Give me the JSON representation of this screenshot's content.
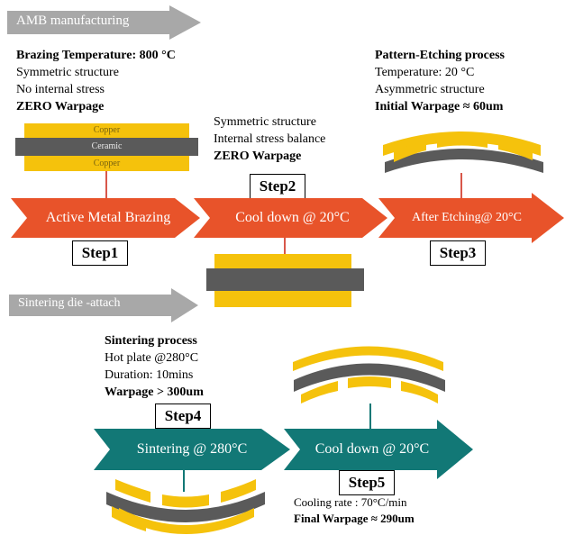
{
  "banners": {
    "amb": "AMB manufacturing",
    "sinter": "Sintering die -attach"
  },
  "step1": {
    "lines": [
      "Brazing Temperature: 800 °C",
      "Symmetric structure",
      "No internal stress",
      "ZERO Warpage"
    ],
    "layers": [
      "Copper",
      "Ceramic",
      "Copper"
    ],
    "arrow": "Active Metal Brazing",
    "label": "Step1"
  },
  "step2": {
    "lines": [
      "Symmetric structure",
      "Internal stress balance",
      "ZERO Warpage"
    ],
    "arrow": "Cool down @ 20°C",
    "label": "Step2"
  },
  "step3": {
    "lines": [
      "Pattern-Etching process",
      "Temperature: 20 °C",
      "Asymmetric structure",
      "Initial Warpage ≈ 60um"
    ],
    "arrow": "After Etching@ 20°C",
    "label": "Step3"
  },
  "step4": {
    "lines": [
      "Sintering process",
      "Hot plate @280°C",
      "Duration: 10mins",
      "Warpage > 300um"
    ],
    "arrow": "Sintering @ 280°C",
    "label": "Step4"
  },
  "step5": {
    "arrow": "Cool down @ 20°C",
    "label": "Step5",
    "lines": [
      "Cooling rate : 70°C/min",
      "Final Warpage ≈ 290um"
    ]
  },
  "colors": {
    "orange_arrow": "#e8532a",
    "teal_arrow": "#127876",
    "copper": "#f5c20c",
    "ceramic": "#5a5a5a",
    "banner": "#a8a8a8",
    "connector": "#d8574a"
  }
}
